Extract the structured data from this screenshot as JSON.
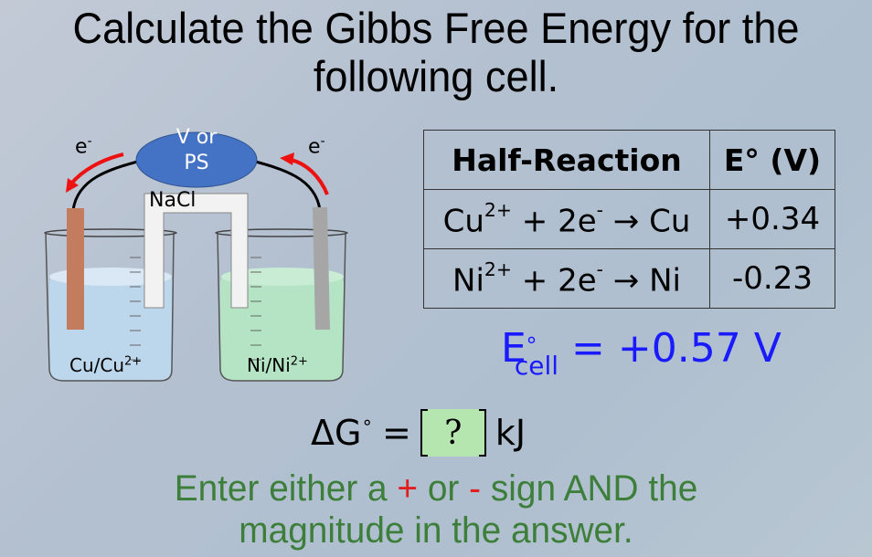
{
  "question": {
    "title_line1": "Calculate the Gibbs Free Energy for the",
    "title_line2": "following cell."
  },
  "diagram": {
    "meter_label_line1": "V or",
    "meter_label_line2": "PS",
    "salt_bridge_label": "NaCl",
    "electron_left": "e",
    "electron_right": "e",
    "electron_charge": "-",
    "left_cell": {
      "label": "Cu/Cu",
      "charge": "2+"
    },
    "right_cell": {
      "label": "Ni/Ni",
      "charge": "2+"
    },
    "colors": {
      "meter": "#4472c4",
      "copper_electrode": "#c47c5e",
      "nickel_electrode": "#a6a6a6",
      "left_solution": "#bcd6ec",
      "right_solution": "#b4e4c4",
      "arrow": "#ee1111"
    }
  },
  "table": {
    "headers": [
      "Half-Reaction",
      "E° (V)"
    ],
    "rows": [
      {
        "ion": "Cu",
        "ion_charge": "2+",
        "middle": " + 2e",
        "e_charge": "-",
        "arrow": " → ",
        "product": "Cu",
        "potential": "+0.34"
      },
      {
        "ion": "Ni",
        "ion_charge": "2+",
        "middle": " + 2e",
        "e_charge": "-",
        "arrow": " → ",
        "product": "Ni",
        "potential": "-0.23"
      }
    ]
  },
  "ecell": {
    "symbol": "E",
    "degree": "∘",
    "subscript": "cell",
    "equals": " = ",
    "value": "+0.57 V",
    "color": "#1a1aff"
  },
  "answer": {
    "prefix": "ΔG",
    "degree": "∘",
    "equals": "=",
    "placeholder": "?",
    "unit": "kJ",
    "box_color": "#b6e6b0"
  },
  "instructions": {
    "part1": "Enter either a ",
    "plus": "+",
    "part2": " or ",
    "minus": "-",
    "part3": " sign AND the",
    "line2": "magnitude in the answer.",
    "color": "#3d7f3a",
    "sign_color": "#e0201e"
  }
}
